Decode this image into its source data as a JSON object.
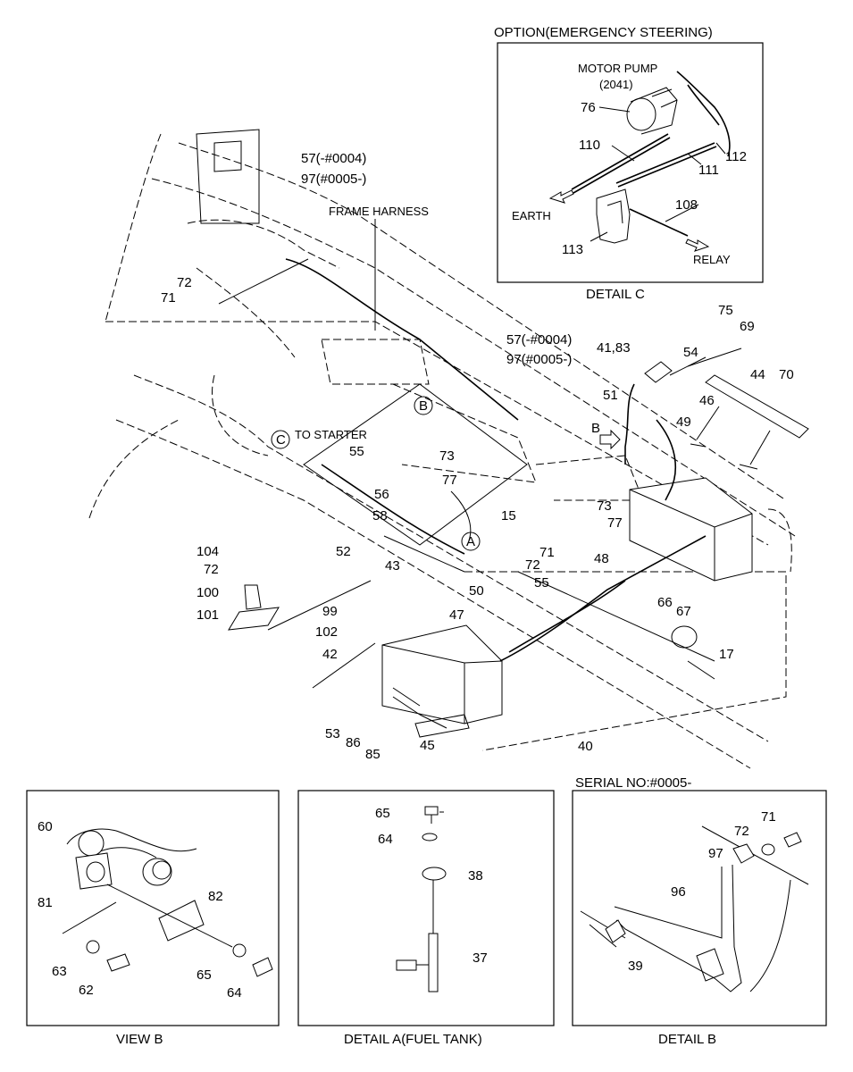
{
  "headers": {
    "option": "OPTION(EMERGENCY STEERING)",
    "serial": "SERIAL NO:#0005-"
  },
  "detail_c": {
    "caption": "DETAIL C",
    "motor_pump": "MOTOR PUMP",
    "motor_pump_code": "(2041)",
    "earth": "EARTH",
    "relay": "RELAY",
    "parts": [
      "76",
      "110",
      "111",
      "112",
      "108",
      "113"
    ]
  },
  "main": {
    "frame_harness": "FRAME HARNESS",
    "to_starter": "TO STARTER",
    "range_a1": "57(-#0004)",
    "range_a2": "97(#0005-)",
    "range_b1": "57(-#0004)",
    "range_b2": "97(#0005-)",
    "marker_a": "A",
    "marker_b": "B",
    "marker_c": "C",
    "arrow_b": "B",
    "p72a": "72",
    "p71a": "71",
    "p75": "75",
    "p69": "69",
    "p4183": "41,83",
    "p54": "54",
    "p44": "44",
    "p70": "70",
    "p51": "51",
    "p46": "46",
    "p49": "49",
    "p55a": "55",
    "p73a": "73",
    "p77a": "77",
    "p56": "56",
    "p15": "15",
    "p58": "58",
    "p73b": "73",
    "p77b": "77",
    "p71b": "71",
    "p72b": "72",
    "p104": "104",
    "p72c": "72",
    "p100": "100",
    "p101": "101",
    "p52": "52",
    "p43": "43",
    "p50": "50",
    "p55b": "55",
    "p48": "48",
    "p99": "99",
    "p102": "102",
    "p42": "42",
    "p47": "47",
    "p66": "66",
    "p67": "67",
    "p17": "17",
    "p53": "53",
    "p86": "86",
    "p85": "85",
    "p45": "45",
    "p40": "40"
  },
  "view_b": {
    "caption": "VIEW B",
    "parts": [
      "60",
      "81",
      "82",
      "63",
      "62",
      "65",
      "64"
    ]
  },
  "detail_a": {
    "caption": "DETAIL A(FUEL TANK)",
    "parts": [
      "65",
      "64",
      "38",
      "37"
    ]
  },
  "detail_b": {
    "caption": "DETAIL B",
    "parts": [
      "71",
      "72",
      "97",
      "96",
      "39"
    ]
  }
}
